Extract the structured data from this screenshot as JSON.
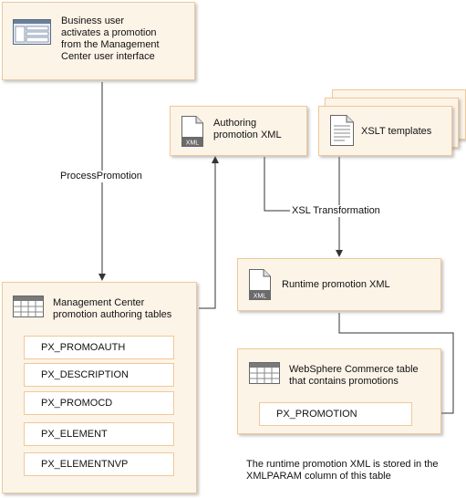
{
  "business_user": {
    "text_lines": [
      "Business user",
      "activates a promotion",
      "from the Management",
      "Center user interface"
    ]
  },
  "authoring_xml": {
    "text_lines": [
      "Authoring",
      "promotion XML"
    ],
    "icon_tag": "XML"
  },
  "xslt_templates": {
    "text": "XSLT templates"
  },
  "process_promotion": {
    "text": "ProcessPromotion"
  },
  "xsl_transformation": {
    "text": "XSL Transformation"
  },
  "runtime_xml": {
    "text": "Runtime promotion XML",
    "icon_tag": "XML"
  },
  "mc_tables": {
    "title_lines": [
      "Management Center",
      "promotion authoring tables"
    ],
    "tables": [
      "PX_PROMOAUTH",
      "PX_DESCRIPTION",
      "PX_PROMOCD",
      "PX_ELEMENT",
      "PX_ELEMENTNVP"
    ]
  },
  "wc_table": {
    "title_lines": [
      "WebSphere Commerce table",
      "that contains promotions"
    ],
    "table": "PX_PROMOTION"
  },
  "footnote": {
    "lines": [
      "The runtime promotion XML is stored in the",
      "XMLPARAM column of this table"
    ]
  },
  "colors": {
    "box_fill": "#fdf4e8",
    "box_border": "#f0c898",
    "line": "#333333"
  }
}
